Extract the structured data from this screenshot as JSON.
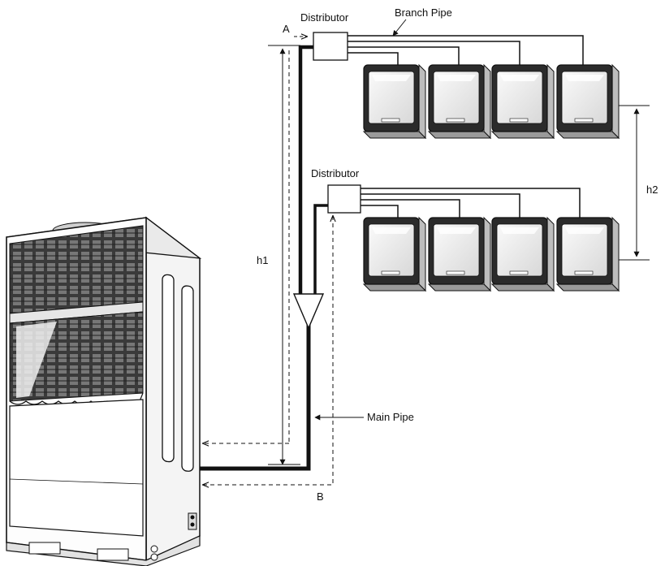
{
  "labels": {
    "distributor_top": "Distributor",
    "distributor_bottom": "Distributor",
    "branch_pipe": "Branch Pipe",
    "main_pipe": "Main Pipe",
    "point_a": "A",
    "point_b": "B",
    "h1": "h1",
    "h2": "h2"
  },
  "indoor_units": {
    "upper_row_count": 4,
    "lower_row_count": 4
  }
}
